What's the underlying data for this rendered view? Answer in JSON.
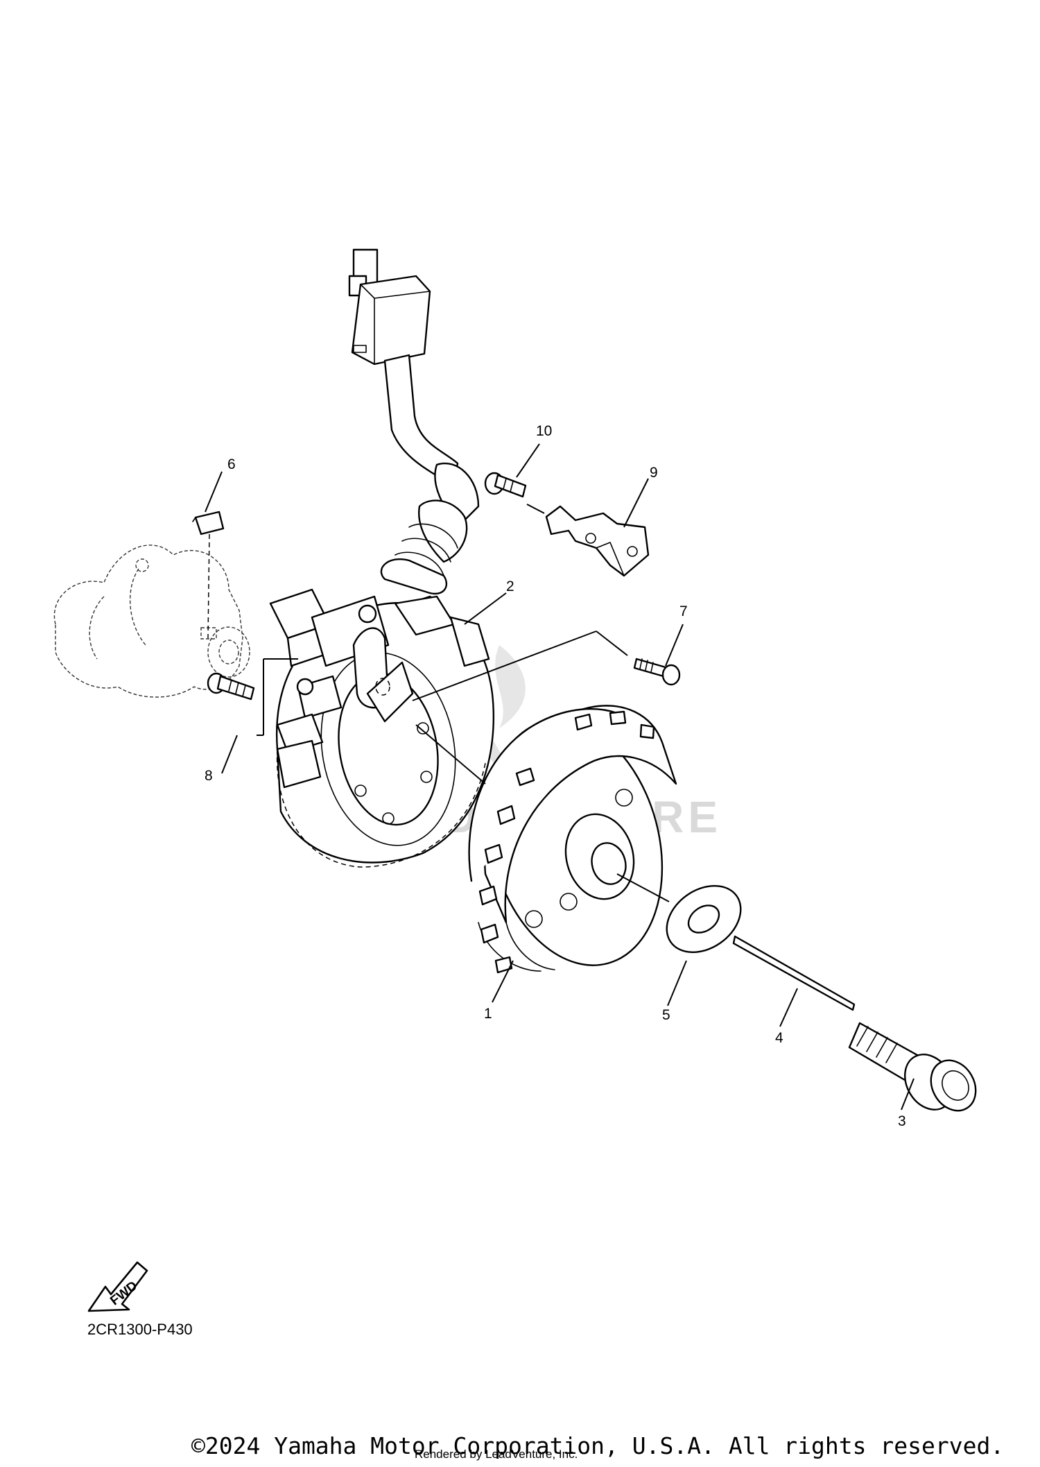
{
  "diagram": {
    "callouts": {
      "c1": "1",
      "c2": "2",
      "c3": "3",
      "c4": "4",
      "c5": "5",
      "c6": "6",
      "c7": "7",
      "c8": "8",
      "c9": "9",
      "c10": "10"
    },
    "fwd_label": "FWD",
    "watermark": "LEADVENTURE",
    "reference_code": "2CR1300-P430"
  },
  "footer": {
    "copyright": "©2024 Yamaha Motor Corporation, U.S.A. All rights reserved.",
    "rendered_by": "Rendered by LeadVenture, Inc."
  }
}
